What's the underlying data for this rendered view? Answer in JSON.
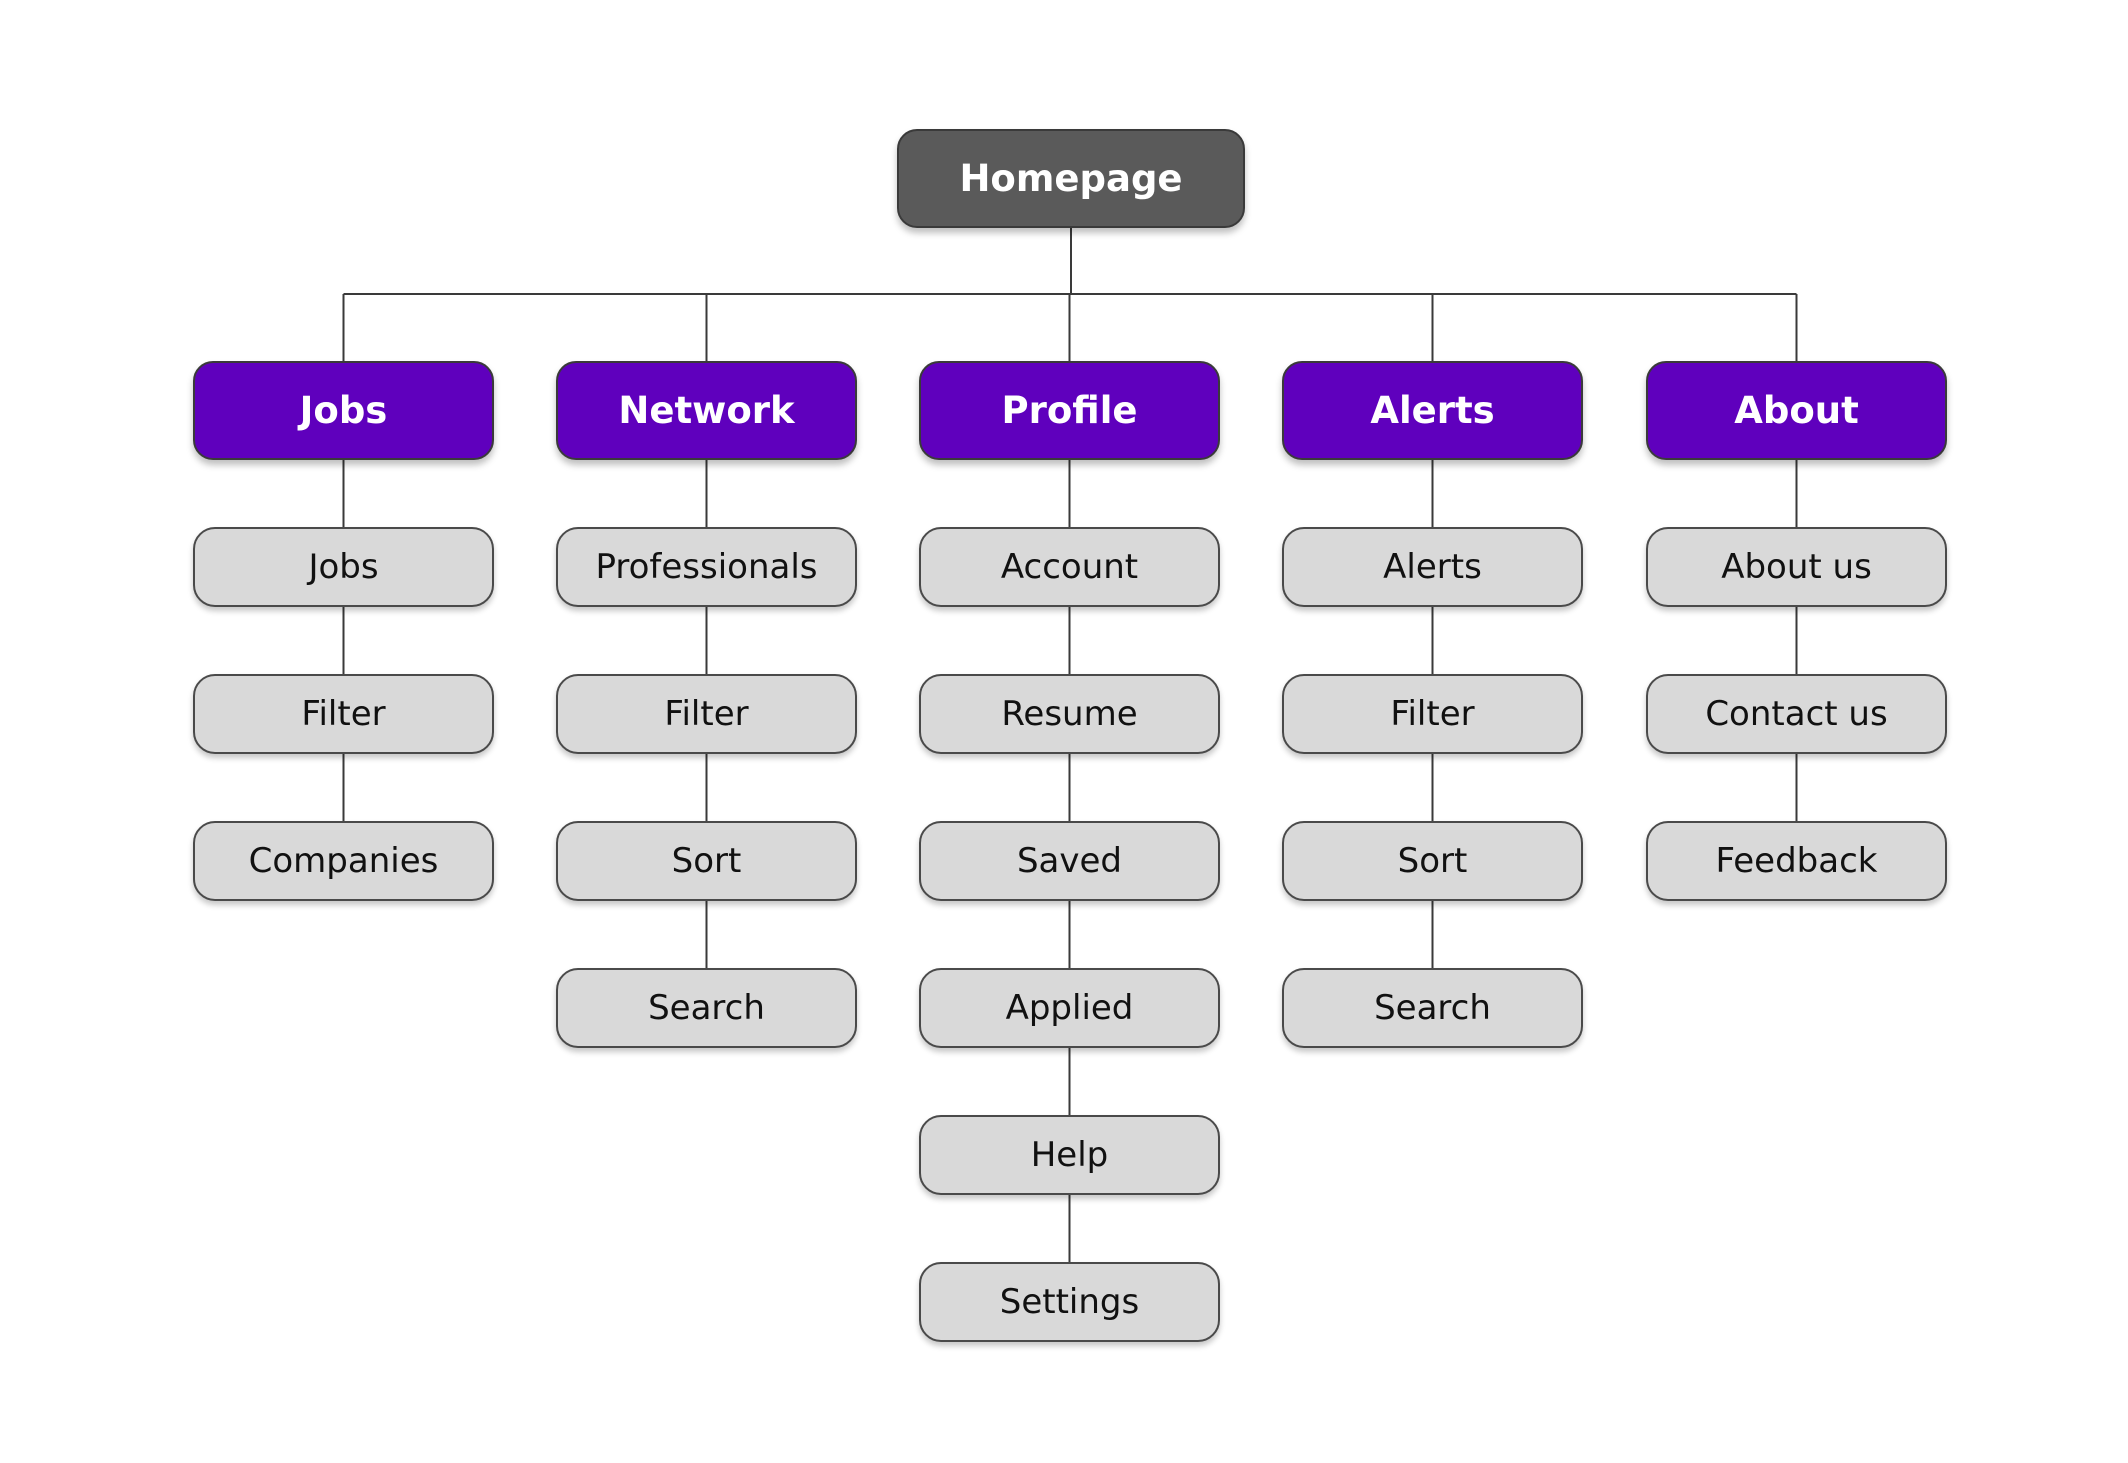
{
  "colors": {
    "root_fill": "#5a5a5a",
    "section_fill": "#5f00bd",
    "page_fill": "#d9d9d9",
    "connector": "#3a3a3a"
  },
  "root": {
    "label": "Homepage"
  },
  "sections": [
    {
      "label": "Jobs",
      "children": [
        "Jobs",
        "Filter",
        "Companies"
      ]
    },
    {
      "label": "Network",
      "children": [
        "Professionals",
        "Filter",
        "Sort",
        "Search"
      ]
    },
    {
      "label": "Profile",
      "children": [
        "Account",
        "Resume",
        "Saved",
        "Applied",
        "Help",
        "Settings"
      ]
    },
    {
      "label": "Alerts",
      "children": [
        "Alerts",
        "Filter",
        "Sort",
        "Search"
      ]
    },
    {
      "label": "About",
      "children": [
        "About us",
        "Contact us",
        "Feedback"
      ]
    }
  ]
}
